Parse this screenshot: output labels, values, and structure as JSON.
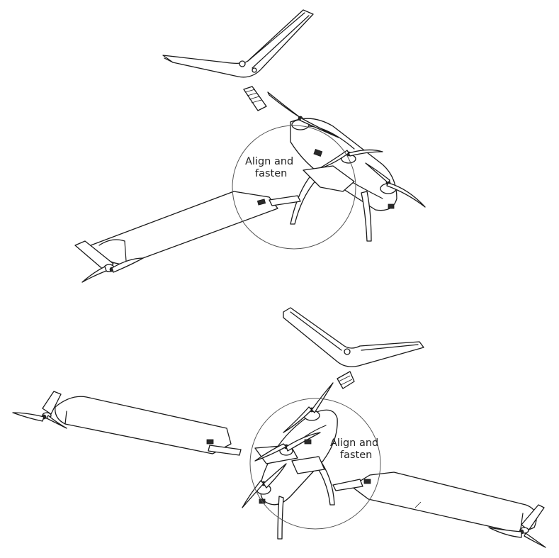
{
  "steps": [
    {
      "callout": {
        "line1": "Align and",
        "line2": "fasten"
      }
    },
    {
      "callout": {
        "line1": "Align and",
        "line2": "fasten"
      }
    }
  ],
  "colors": {
    "line": "#1a1a1a",
    "background": "#ffffff",
    "text": "#222222"
  }
}
